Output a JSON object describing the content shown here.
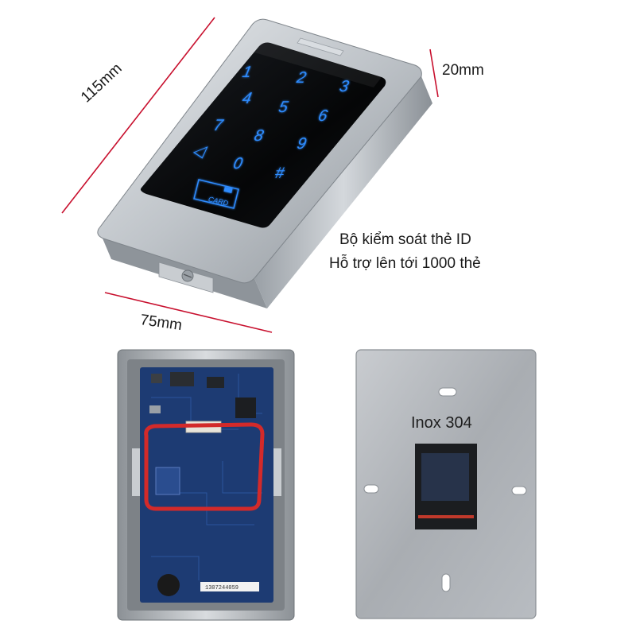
{
  "dimensions": {
    "length": "115mm",
    "depth": "20mm",
    "width": "75mm"
  },
  "description": {
    "line1": "Bộ kiểm soát thẻ ID",
    "line2": "Hỗ trợ lên tới 1000 thẻ"
  },
  "keypad": {
    "keys": [
      "1",
      "2",
      "3",
      "4",
      "5",
      "6",
      "7",
      "8",
      "9",
      "◁",
      "0",
      "#"
    ],
    "card_label": "CARD"
  },
  "back_plate": {
    "material_label": "Inox 304"
  },
  "pcb": {
    "serial_sticker": "1307244059"
  },
  "colors": {
    "dimension_line": "#c8102e",
    "key_glow": "#2f8cff",
    "housing": "#b9bec4",
    "pcb": "#1d3b73",
    "antenna": "#d32a2a"
  }
}
